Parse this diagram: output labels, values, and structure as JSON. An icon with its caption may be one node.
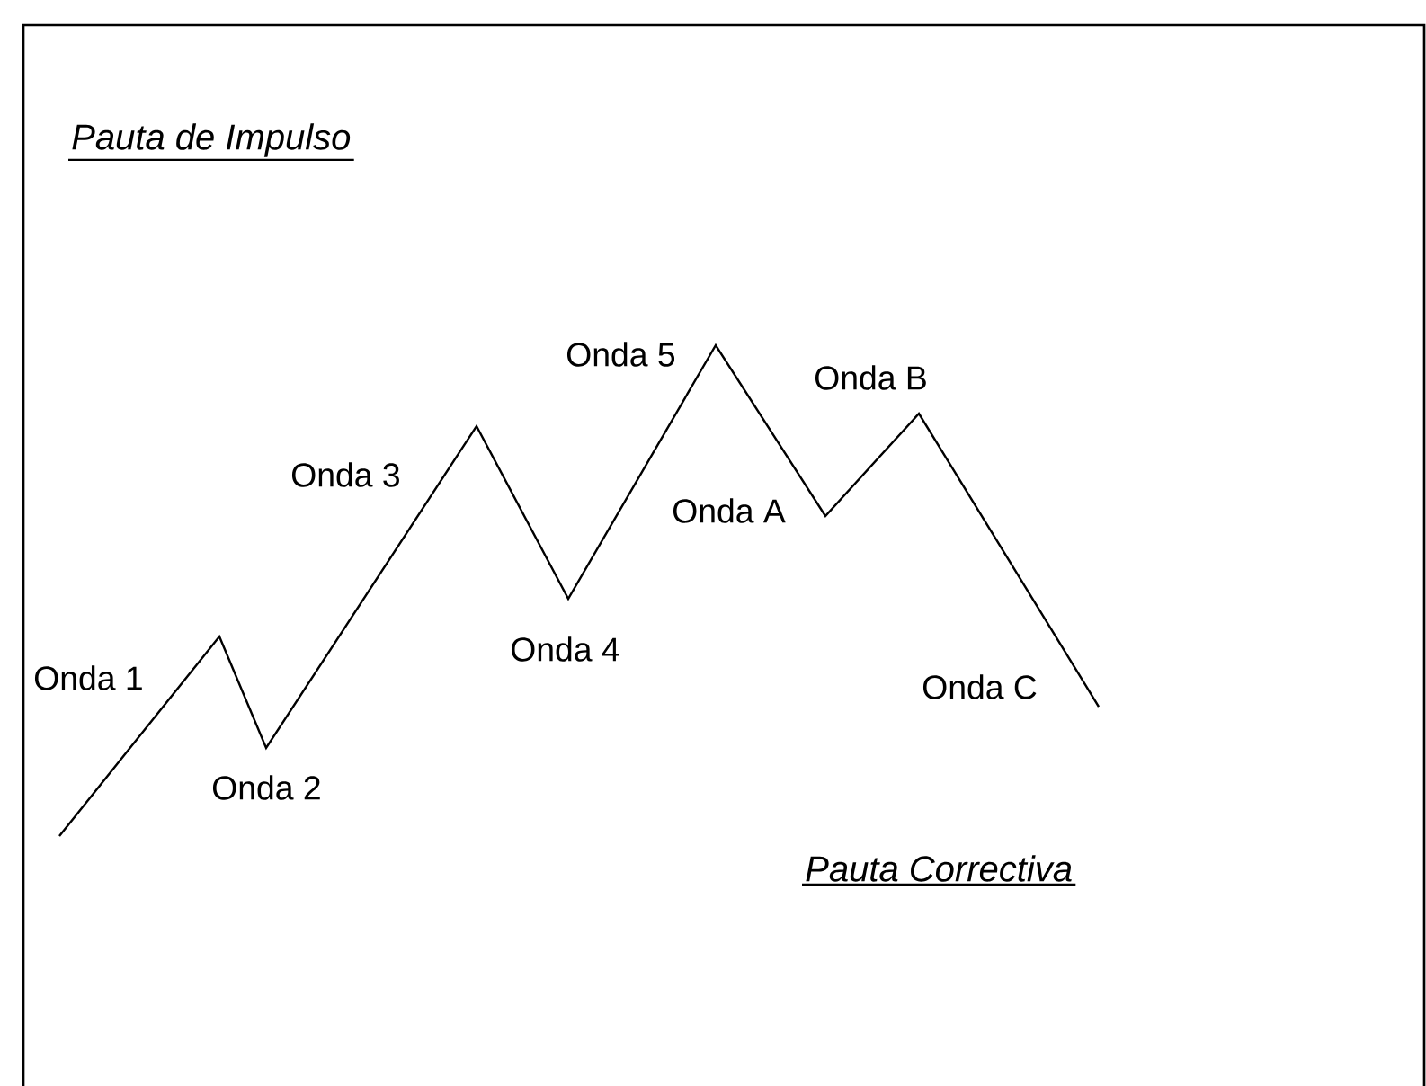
{
  "diagram": {
    "labels": [
      "Pauta de Impulso",
      "Onda 5",
      "Onda B",
      "Onda 3",
      "Onda A",
      "Onda 4",
      "Onda 1",
      "Onda C",
      "Onda 2",
      "Pauta Correctiva"
    ]
  }
}
